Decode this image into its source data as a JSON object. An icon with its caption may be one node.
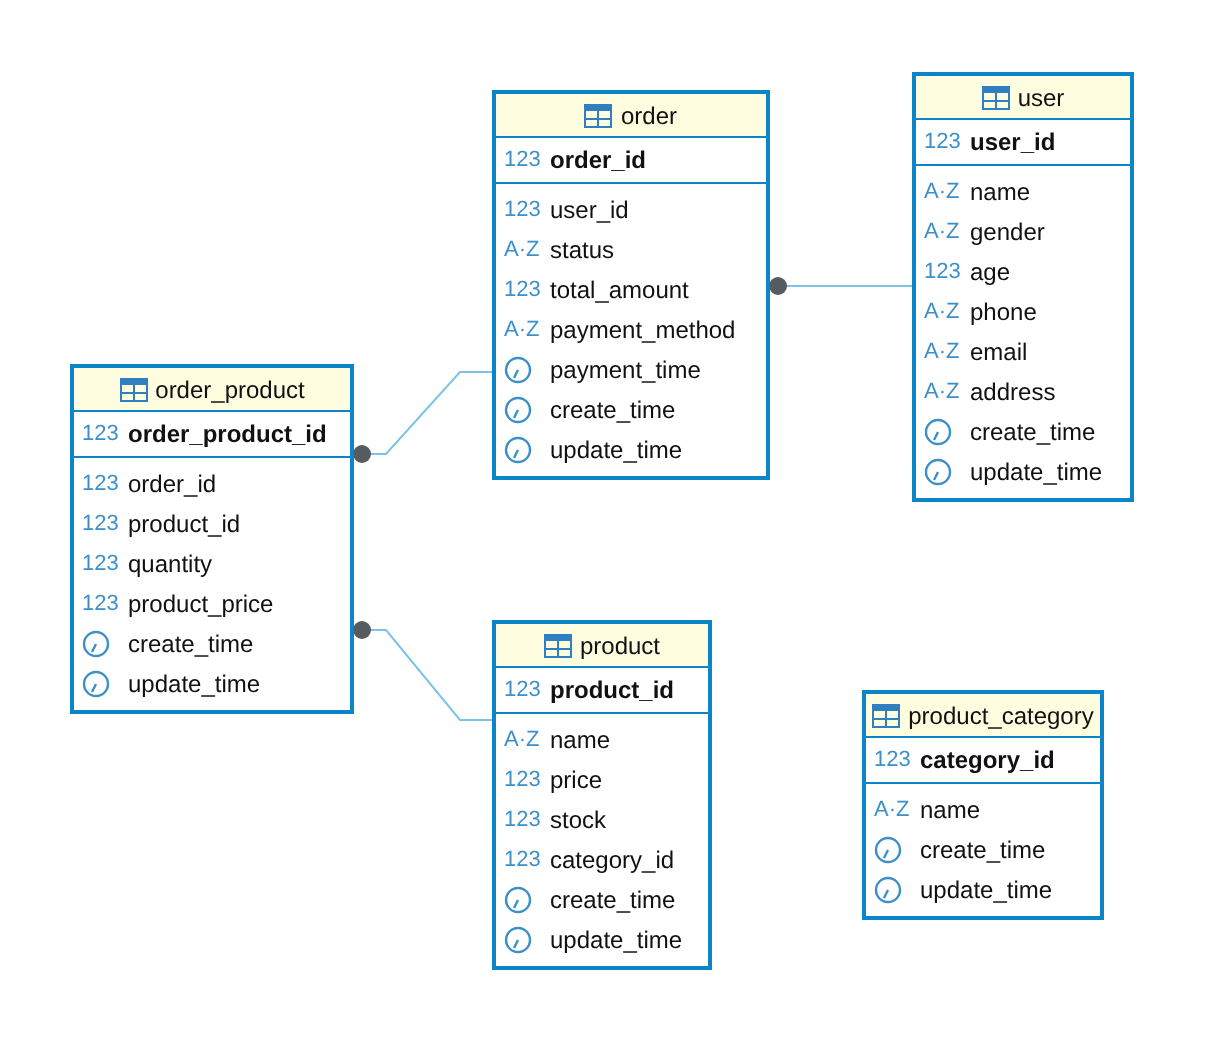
{
  "diagram": {
    "nodes": [
      {
        "text": [
          "order"
        ]
      },
      {
        "text": [
          "order_id"
        ],
        "in": 0,
        "beside": [
          "123"
        ]
      },
      {
        "text": [
          "user_id"
        ],
        "in": 0,
        "beside": [
          "123"
        ]
      },
      {
        "text": [
          "status"
        ],
        "in": 0,
        "beside": [
          "A·Z"
        ]
      },
      {
        "text": [
          "total_amount"
        ],
        "in": 0,
        "beside": [
          "123"
        ]
      },
      {
        "text": [
          "payment_method"
        ],
        "in": 0,
        "beside": [
          "A·Z"
        ]
      },
      {
        "text": [
          "payment_time"
        ],
        "in": 0
      },
      {
        "text": [
          "create_time"
        ],
        "in": 0
      },
      {
        "text": [
          "update_time"
        ],
        "in": 0
      },
      {
        "text": [
          "user"
        ]
      },
      {
        "text": [
          "user_id"
        ],
        "in": 9,
        "beside": [
          "123"
        ]
      },
      {
        "text": [
          "name"
        ],
        "in": 9,
        "beside": [
          "A·Z"
        ]
      },
      {
        "text": [
          "gender"
        ],
        "in": 9,
        "beside": [
          "A·Z"
        ]
      },
      {
        "text": [
          "age"
        ],
        "in": 9,
        "beside": [
          "123"
        ]
      },
      {
        "text": [
          "phone"
        ],
        "in": 9,
        "beside": [
          "A·Z"
        ]
      },
      {
        "text": [
          "email"
        ],
        "in": 9,
        "beside": [
          "A·Z"
        ]
      },
      {
        "text": [
          "address"
        ],
        "in": 9,
        "beside": [
          "A·Z"
        ]
      },
      {
        "text": [
          "create_time"
        ],
        "in": 9
      },
      {
        "text": [
          "update_time"
        ],
        "in": 9
      },
      {
        "text": [
          "order_product"
        ]
      },
      {
        "text": [
          "order_product_id"
        ],
        "in": 19,
        "beside": [
          "123"
        ]
      },
      {
        "text": [
          "order_id"
        ],
        "in": 19,
        "beside": [
          "123"
        ]
      },
      {
        "text": [
          "product_id"
        ],
        "in": 19,
        "beside": [
          "123"
        ]
      },
      {
        "text": [
          "quantity"
        ],
        "in": 19,
        "beside": [
          "123"
        ]
      },
      {
        "text": [
          "product_price"
        ],
        "in": 19,
        "beside": [
          "123"
        ]
      },
      {
        "text": [
          "create_time"
        ],
        "in": 19
      },
      {
        "text": [
          "update_time"
        ],
        "in": 19
      },
      {
        "text": [
          "product"
        ]
      },
      {
        "text": [
          "product_id"
        ],
        "in": 27,
        "beside": [
          "123"
        ]
      },
      {
        "text": [
          "name"
        ],
        "in": 27,
        "beside": [
          "A·Z"
        ]
      },
      {
        "text": [
          "price"
        ],
        "in": 27,
        "beside": [
          "123"
        ]
      },
      {
        "text": [
          "stock"
        ],
        "in": 27,
        "beside": [
          "123"
        ]
      },
      {
        "text": [
          "category_id"
        ],
        "in": 27,
        "beside": [
          "123"
        ]
      },
      {
        "text": [
          "create_time"
        ],
        "in": 27
      },
      {
        "text": [
          "update_time"
        ],
        "in": 27
      },
      {
        "text": [
          "product_category"
        ]
      },
      {
        "text": [
          "category_id"
        ],
        "in": 35,
        "beside": [
          "123"
        ]
      },
      {
        "text": [
          "name"
        ],
        "in": 35,
        "beside": [
          "A·Z"
        ]
      },
      {
        "text": [
          "create_time"
        ],
        "in": 35
      },
      {
        "text": [
          "update_time"
        ],
        "in": 35
      }
    ],
    "edges": [
      {
        "from": 19,
        "to": 0,
        "arrow": "other"
      },
      {
        "from": 19,
        "to": 27,
        "arrow": "other"
      },
      {
        "from": 0,
        "to": 9,
        "arrow": "other"
      }
    ]
  }
}
